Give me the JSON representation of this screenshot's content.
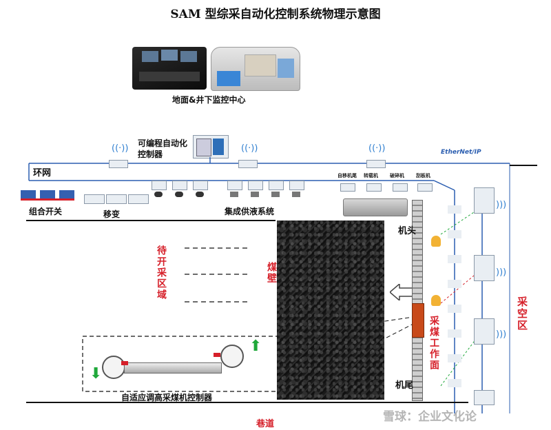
{
  "title": "SAM 型综采自动化控制系统物理示意图",
  "labels": {
    "monitor_center": "地面&井下监控中心",
    "plc": "可编程自动化控制器",
    "ring_network": "环网",
    "switchgear": "组合开关",
    "transformer": "移变",
    "fluid_system": "集成供液系统",
    "machine_head": "机头",
    "machine_tail": "机尾",
    "coal_wall": "煤壁",
    "to_be_mined": "待开采区域",
    "mining_face": "采煤工作面",
    "goaf": "采空区",
    "roadway": "巷道",
    "shearer_controller": "自适应调高采煤机控制器",
    "ethernet": "EtherNet/IP",
    "watermark": "雪球：企业文化论"
  },
  "equipment": [
    "自移机尾",
    "转载机",
    "破碎机",
    "刮板机"
  ],
  "icons": [
    "wifi-icon",
    "worker-icon",
    "arrow-left-icon",
    "arrow-up-icon",
    "arrow-down-icon"
  ],
  "colors": {
    "network_line": "#2a5db0",
    "red_label": "#d6202a",
    "coal": "#1e1e1e",
    "green_arrow": "#1fa83a"
  }
}
